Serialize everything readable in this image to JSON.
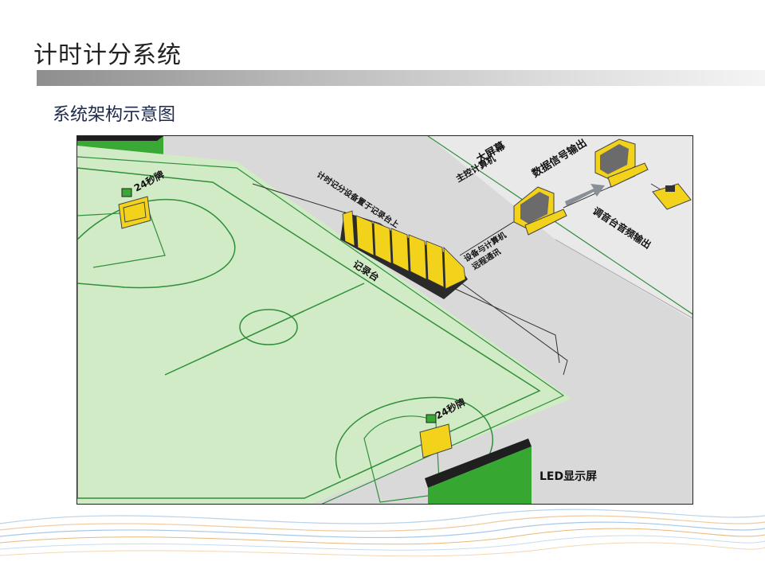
{
  "slide": {
    "title": "计时计分系统",
    "subtitle": "系统架构示意图"
  },
  "diagram": {
    "labels": {
      "shot_clock_top": "24秒牌",
      "shot_clock_bottom": "24秒牌",
      "scoring_device": "计时记分设备置于记录台上",
      "record_table": "记录台",
      "big_screen_host": "大屏幕\n主控计算机",
      "data_output": "数据信号输出",
      "remote_comm": "设备与计算机\n远程通讯",
      "audio_output": "调音台音频输出",
      "led_screen": "LED显示屏"
    },
    "colors": {
      "court_green": "#cfe8c4",
      "court_line": "#2f8f3a",
      "device_yellow": "#f2d21a",
      "screen_green": "#36a832",
      "floor_gray": "#d8d8d8",
      "zone_gray": "#e6e6e6"
    }
  }
}
